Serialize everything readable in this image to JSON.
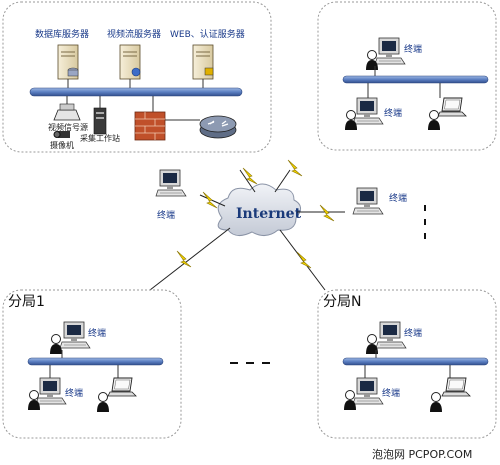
{
  "hq": {
    "db_server": "数据库服务器",
    "video_server": "视频流服务器",
    "auth_server": "WEB、认证服务器",
    "video_encoder": "视频信号源",
    "camera": "摄像机",
    "workstation": "采集工作站"
  },
  "internet_label": "Internet",
  "terminal_label": "终端",
  "branch1_label": "分局1",
  "branchN_label": "分局N",
  "watermark": "泡泡网 PCPOP.COM",
  "colors": {
    "bus": "#4a6fb0",
    "bolt": "#e8c400",
    "cloud": "#d8dde6",
    "box_border": "#999999"
  }
}
